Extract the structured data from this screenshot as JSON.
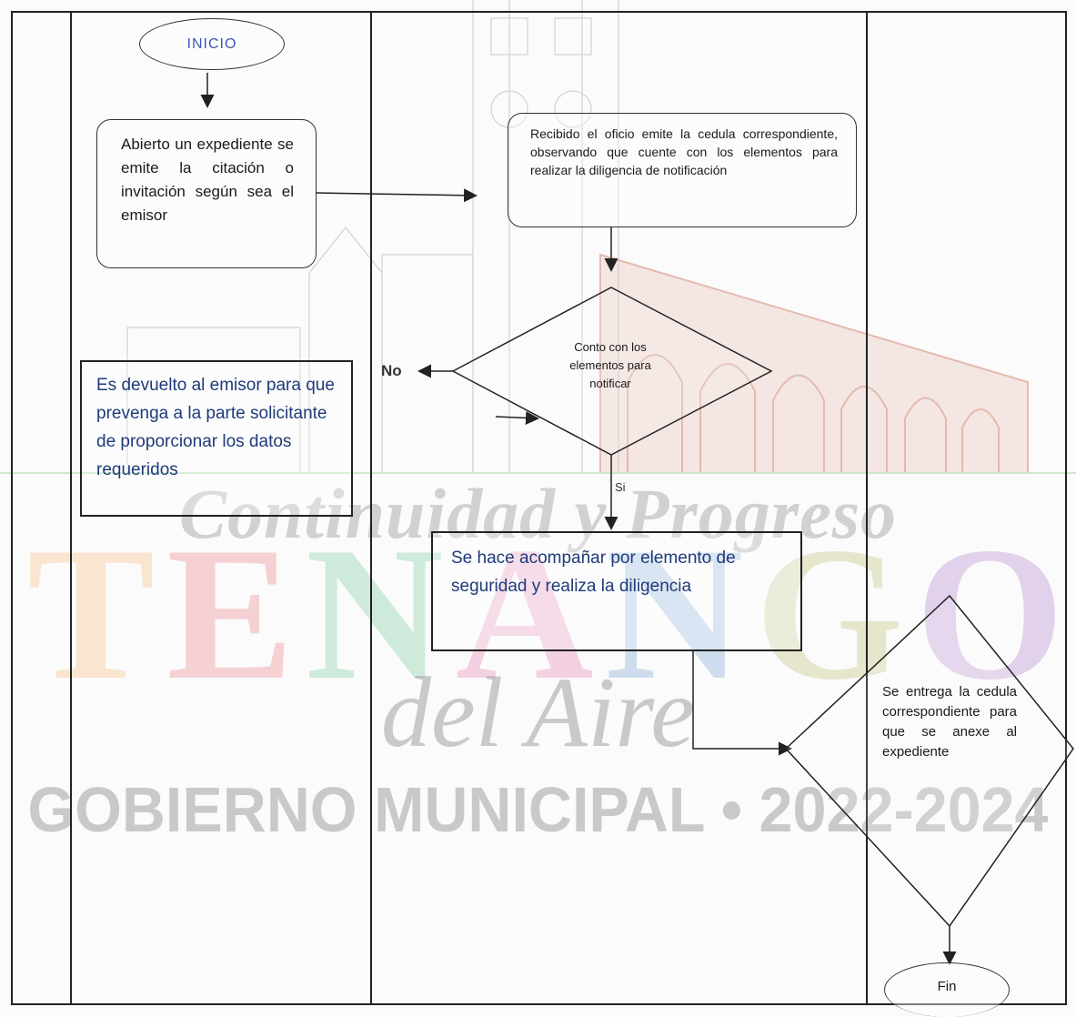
{
  "watermark": {
    "continuidad": "Continuidad y Progreso",
    "big_letters": [
      "T",
      "E",
      "N",
      "A",
      "N",
      "G",
      "O"
    ],
    "big_letter_colors": [
      "#f39a3c",
      "#e8404a",
      "#33b36b",
      "#d93a8e",
      "#2f78c4",
      "#9aa02a",
      "#8a3fb0"
    ],
    "del_aire": "del Aire",
    "gobierno": "GOBIERNO MUNICIPAL • 2022-2024"
  },
  "flow": {
    "start": "INICIO",
    "step1": "Abierto un expediente se emite la citación o invitación según sea el emisor",
    "step2": "Recibido el oficio emite la cedula correspondiente, observando que cuente con los elementos para realizar la diligencia de notificación",
    "decision1": "Conto con los elementos para notificar",
    "no_label": "No",
    "si_label": "Si",
    "return_step": "Es devuelto al emisor para que prevenga a la parte solicitante de proporcionar los datos requeridos",
    "step3": "Se hace acompañar por elemento de seguridad y realiza la diligencia",
    "decision2": "Se entrega la cedula correspondiente para que se anexe al expediente",
    "end": "Fin"
  },
  "colors": {
    "start_text": "#3d57b8",
    "return_text": "#1f3b7a",
    "step3_text": "#1f3b7a"
  }
}
